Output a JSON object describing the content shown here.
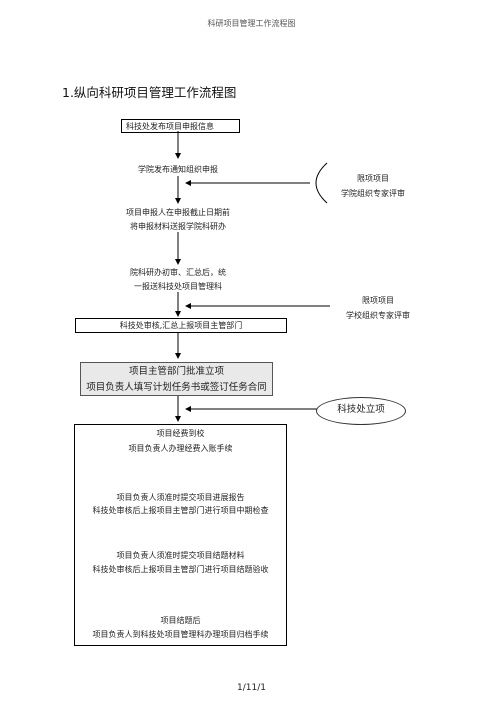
{
  "header": {
    "text": "科研项目管理工作流程图"
  },
  "title": "1.纵向科研项目管理工作流程图",
  "flow": {
    "step1": "科技处发布项目申报信息",
    "step2": "学院发布通知组织申报",
    "side1": {
      "line1": "限项项目",
      "line2": "学院组织专家评审"
    },
    "step3": {
      "line1": "项目申报人在申报截止日期前",
      "line2": "将申报材料送报学院科研办"
    },
    "step4": {
      "line1": "院科研办初审、汇总后，统",
      "line2": "一报送科技处项目管理科"
    },
    "side2": {
      "line1": "限项项目",
      "line2": "学校组织专家评审"
    },
    "step5": "科技处审核,汇总上报项目主管部门",
    "step6": {
      "line1": "项目主管部门批准立项",
      "line2": "项目负责人填写计划任务书或签订任务合同"
    },
    "oval": "科技处立项",
    "final_box": {
      "l1": "项目经费到校",
      "l2": "项目负责人办理经费入账手续",
      "l3": "项目负责人须准时提交项目进展报告",
      "l4": "科技处审核后上报项目主管部门进行项目中期检查",
      "l5": "项目负责人须准时提交项目结题材料",
      "l6": "科技处审核后上报项目主管部门进行项目结题验收",
      "l7": "项目结题后",
      "l8": "项目负责人到科技处项目管理科办理项目归档手续"
    }
  },
  "footer": {
    "page": "1/11/1"
  }
}
